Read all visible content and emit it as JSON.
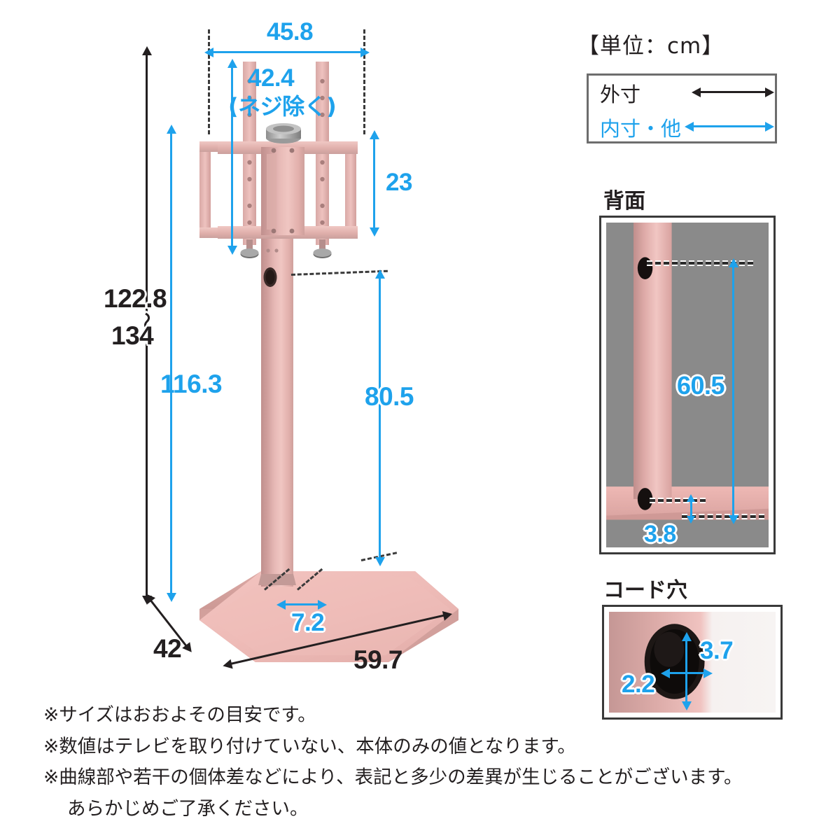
{
  "unit_note": "【単位：cm】",
  "legend": {
    "outer": {
      "label": "外寸",
      "arrow": "double-headed-arrow",
      "color": "#231f20"
    },
    "inner": {
      "label": "内寸・他",
      "arrow": "double-headed-arrow",
      "color": "#1ea2ec"
    }
  },
  "main_view": {
    "dimensions": {
      "bracket_width": "45.8",
      "bracket_height": "42.4",
      "bracket_height_note": "(ネジ除く)",
      "bracket_rail_height": "23",
      "total_height_min": "122.8",
      "total_height_range_mark": "〜",
      "total_height_max": "134",
      "pole_height": "116.3",
      "cord_hole_height": "80.5",
      "pole_width": "7.2",
      "base_depth": "42",
      "base_width": "59.7"
    }
  },
  "insets": [
    {
      "title": "背面",
      "name": "back-view",
      "dimensions": {
        "hole_spacing": "60.5",
        "hole_bottom_offset": "3.8"
      }
    },
    {
      "title": "コード穴",
      "name": "cord-hole-view",
      "dimensions": {
        "hole_height": "3.7",
        "hole_width": "2.2"
      }
    }
  ],
  "notes": [
    "※サイズはおおよその目安です。",
    "※数値はテレビを取り付けていない、本体のみの値となります。",
    "※曲線部や若干の個体差などにより、表記と多少の差異が生じることがございます。",
    "あらかじめご了承ください。"
  ],
  "colors": {
    "accent_blue": "#1ea2ec",
    "ink": "#231f20",
    "product_pink": "#e8b4b0",
    "product_pink_dark": "#c89a98",
    "base_pink": "#edb9b5",
    "inset_gray": "#8a8a8a"
  }
}
